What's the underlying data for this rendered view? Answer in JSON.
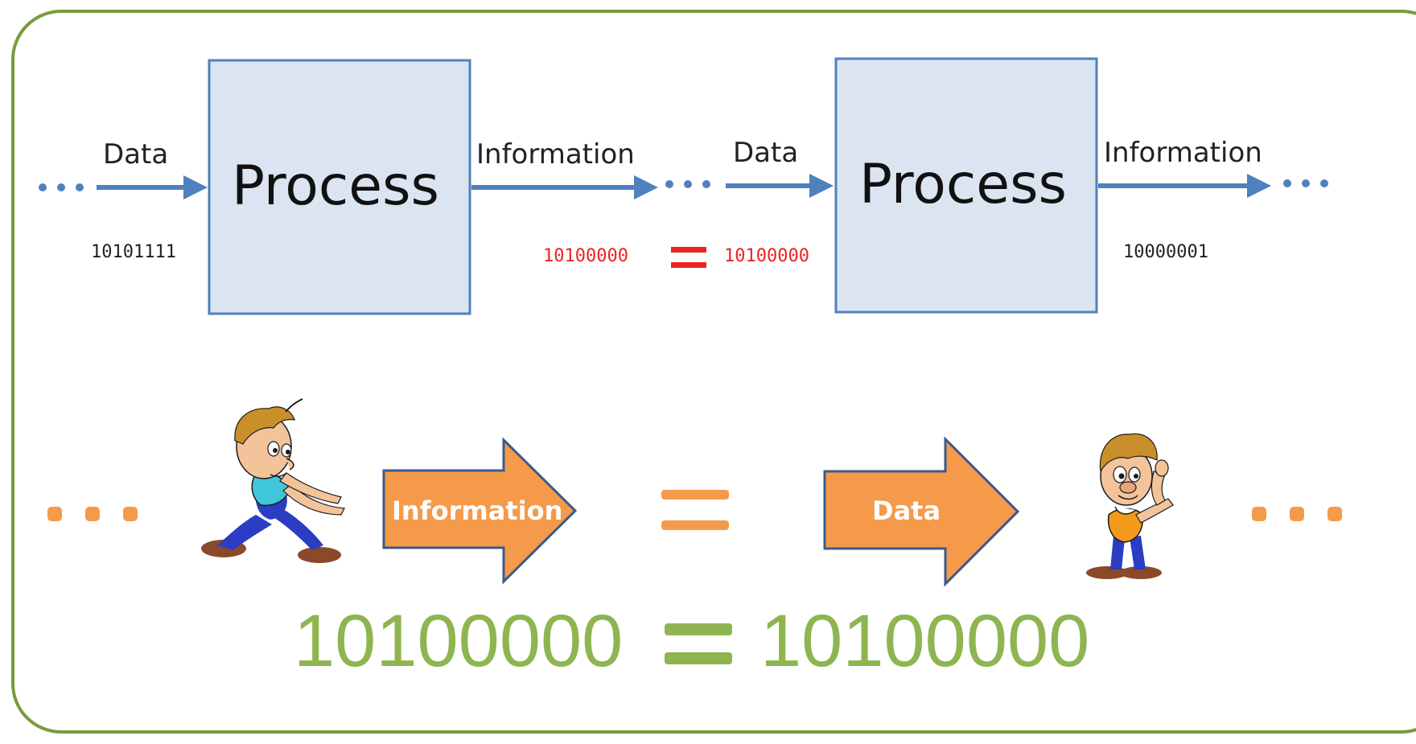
{
  "top_flow": {
    "stage1": {
      "input_label": "Data",
      "process_label": "Process",
      "output_label": "Information",
      "input_binary": "10101111"
    },
    "stage2": {
      "input_label": "Data",
      "process_label": "Process",
      "output_label": "Information",
      "output_binary": "10000001"
    },
    "equality": {
      "left_binary": "10100000",
      "right_binary": "10100000",
      "sign_color": "#ee2222"
    }
  },
  "bottom_flow": {
    "sender_arrow_label": "Information",
    "receiver_arrow_label": "Data",
    "arrow_color": "#f59a4a",
    "equals_color": "#f59a4a",
    "figures": [
      "running-boy-icon",
      "waving-boy-icon"
    ]
  },
  "summary": {
    "left_binary": "10100000",
    "right_binary": "10100000",
    "color": "#8eb550"
  },
  "colors": {
    "border": "#7a9a3e",
    "process_fill": "#dbe5f1",
    "process_stroke": "#4f81bd",
    "flow_arrow": "#4f81bd"
  }
}
